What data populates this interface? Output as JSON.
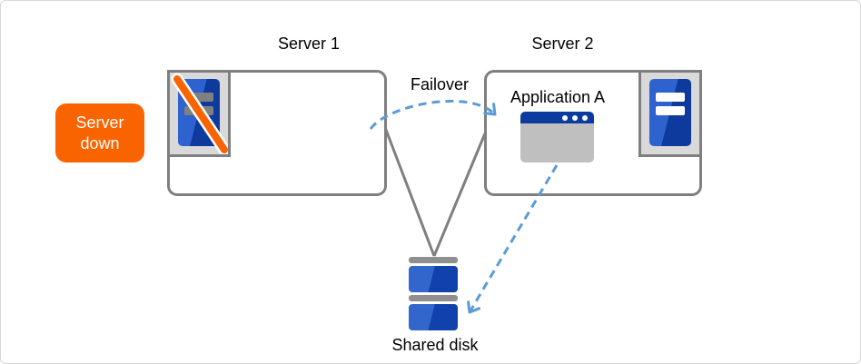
{
  "labels": {
    "server1": "Server 1",
    "server2": "Server 2",
    "failover": "Failover",
    "application": "Application A",
    "shared_disk": "Shared disk",
    "server_down_line1": "Server",
    "server_down_line2": "down"
  },
  "icons": {
    "server1_icon": "server-tower-crossed-out",
    "server2_icon": "server-tower",
    "application_icon": "application-window",
    "shared_disk_icon": "stacked-disk"
  },
  "colors": {
    "badge_orange": "#fa6400",
    "slash_orange": "#fa6400",
    "server_blue_light": "#2d62cf",
    "server_blue_dark": "#0e3a9e",
    "disk_blue_light": "#3366cc",
    "disk_blue_dark": "#1141ad",
    "app_titlebar_navy": "#0c3ba0",
    "app_body_gray": "#bfbfbf",
    "icon_box_gray": "#d9d9d9",
    "connector_gray": "#7f7f7f",
    "dashed_arrow_blue": "#5b9bd5"
  }
}
